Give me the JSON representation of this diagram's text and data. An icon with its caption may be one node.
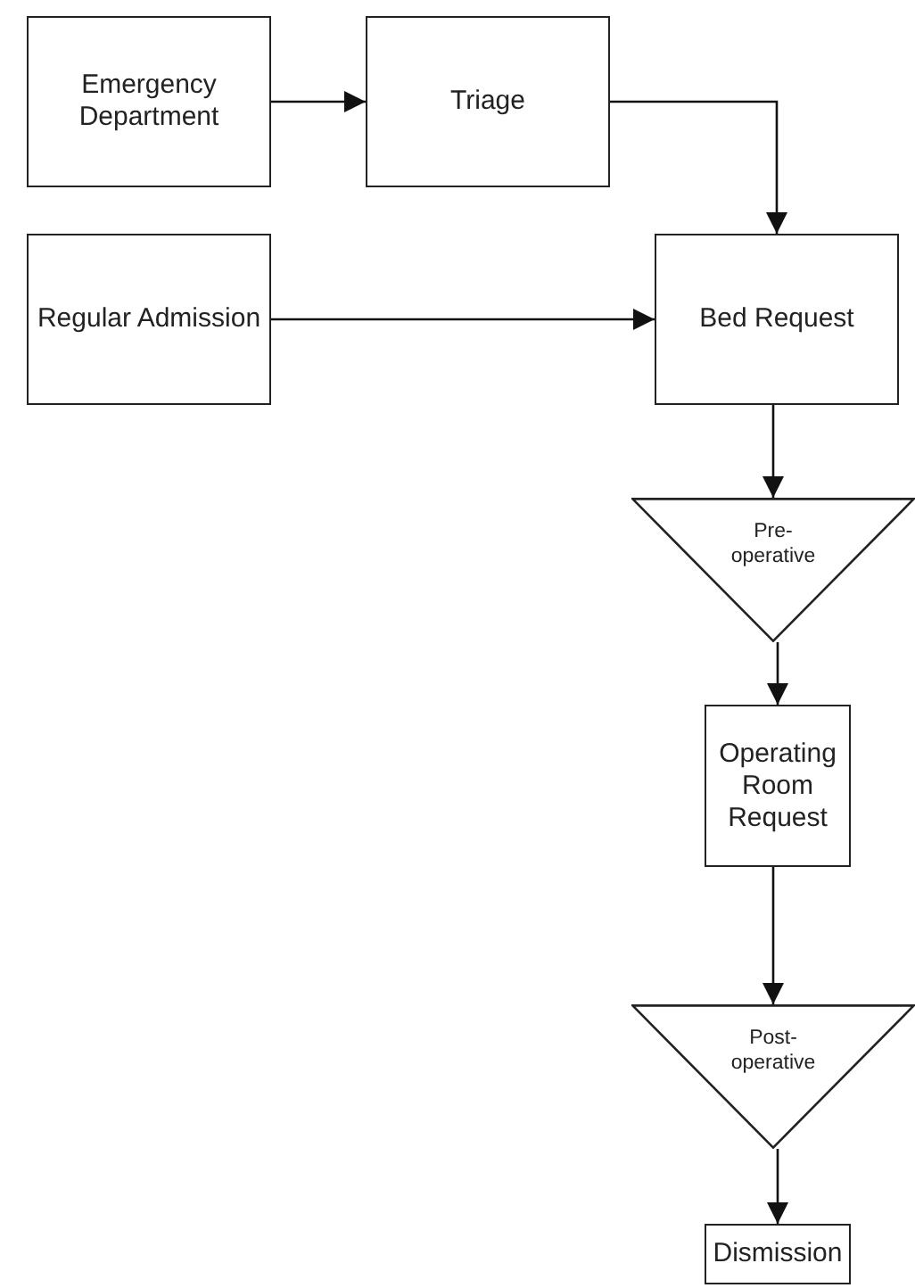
{
  "diagram": {
    "nodes": [
      {
        "text": [
          "Emergency Department"
        ]
      },
      {
        "text": [
          "Triage"
        ]
      },
      {
        "text": [
          "Regular Admission"
        ]
      },
      {
        "text": [
          "Bed Request"
        ]
      },
      {
        "text": [
          "Pre-operative"
        ]
      },
      {
        "text": [
          "Operating Room Request"
        ]
      },
      {
        "text": [
          "Post-operative"
        ]
      },
      {
        "text": [
          "Dismission"
        ]
      }
    ],
    "edges": [
      {
        "from": 0,
        "to": 1,
        "arrow": "to"
      },
      {
        "from": 1,
        "to": 3,
        "arrow": "to"
      },
      {
        "from": 2,
        "to": 3,
        "arrow": "to"
      },
      {
        "from": 3,
        "to": 4,
        "arrow": "to"
      },
      {
        "from": 4,
        "to": 5,
        "arrow": "to"
      },
      {
        "from": 5,
        "to": 6,
        "arrow": "to"
      },
      {
        "from": 6,
        "to": 7,
        "arrow": "to"
      }
    ]
  }
}
